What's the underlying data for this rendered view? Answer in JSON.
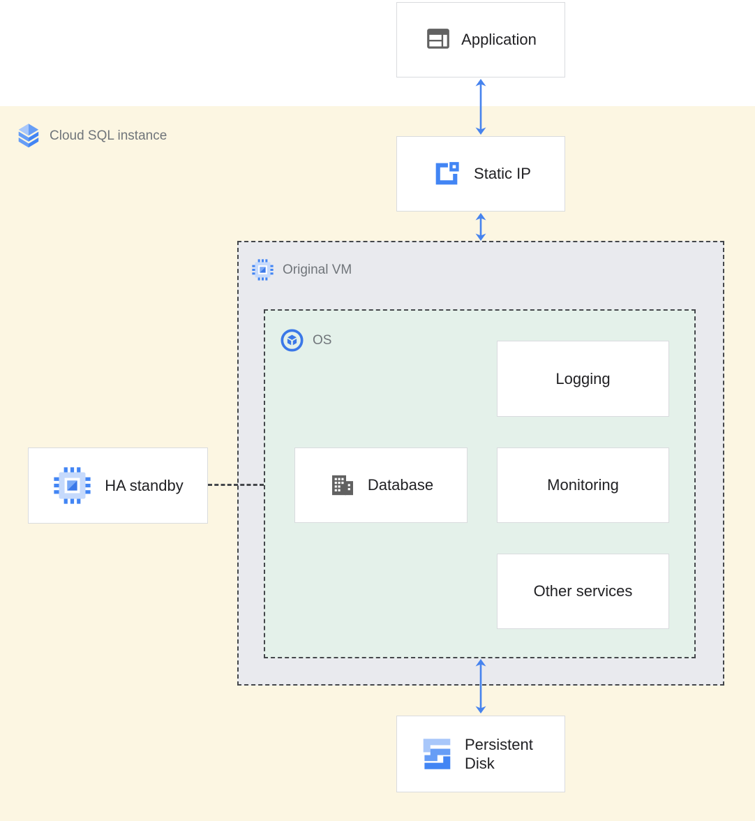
{
  "palette": {
    "background_top": "#FFFFFF",
    "cloud_sql_region_bg": "#FCF6E2",
    "vm_region_bg": "#E9EAEE",
    "os_region_bg": "#E4F1EA",
    "node_border": "#D9DBDE",
    "dashed_border": "#44474B",
    "arrow_blue": "#4683EE",
    "node_text": "#212124",
    "region_label_text": "#70757A",
    "icon_gray": "#616161",
    "icon_blue": "#4285F4",
    "icon_blue_light": "#A8C7FA",
    "icon_blue_medium": "#669DF6"
  },
  "regions": {
    "cloud_sql": {
      "label": "Cloud SQL instance",
      "icon": "cloud-sql-icon"
    },
    "vm": {
      "label": "Original VM",
      "icon": "compute-engine-icon"
    },
    "os": {
      "label": "OS",
      "icon": "os-icon"
    }
  },
  "nodes": {
    "application": {
      "label": "Application",
      "icon": "application-icon"
    },
    "static_ip": {
      "label": "Static IP",
      "icon": "static-ip-icon"
    },
    "ha_standby": {
      "label": "HA standby",
      "icon": "compute-engine-icon"
    },
    "logging": {
      "label": "Logging"
    },
    "database": {
      "label": "Database",
      "icon": "database-icon"
    },
    "monitoring": {
      "label": "Monitoring"
    },
    "other_services": {
      "label": "Other services"
    },
    "persistent_disk": {
      "label": "Persistent Disk",
      "icon": "persistent-disk-icon"
    }
  },
  "connections": [
    {
      "from": "Application",
      "to": "Static IP",
      "style": "double-headed-arrow"
    },
    {
      "from": "Static IP",
      "to": "Original VM",
      "style": "double-headed-arrow"
    },
    {
      "from": "HA standby",
      "to": "OS",
      "style": "dashed-line"
    },
    {
      "from": "OS",
      "to": "Persistent Disk",
      "style": "double-headed-arrow"
    }
  ]
}
